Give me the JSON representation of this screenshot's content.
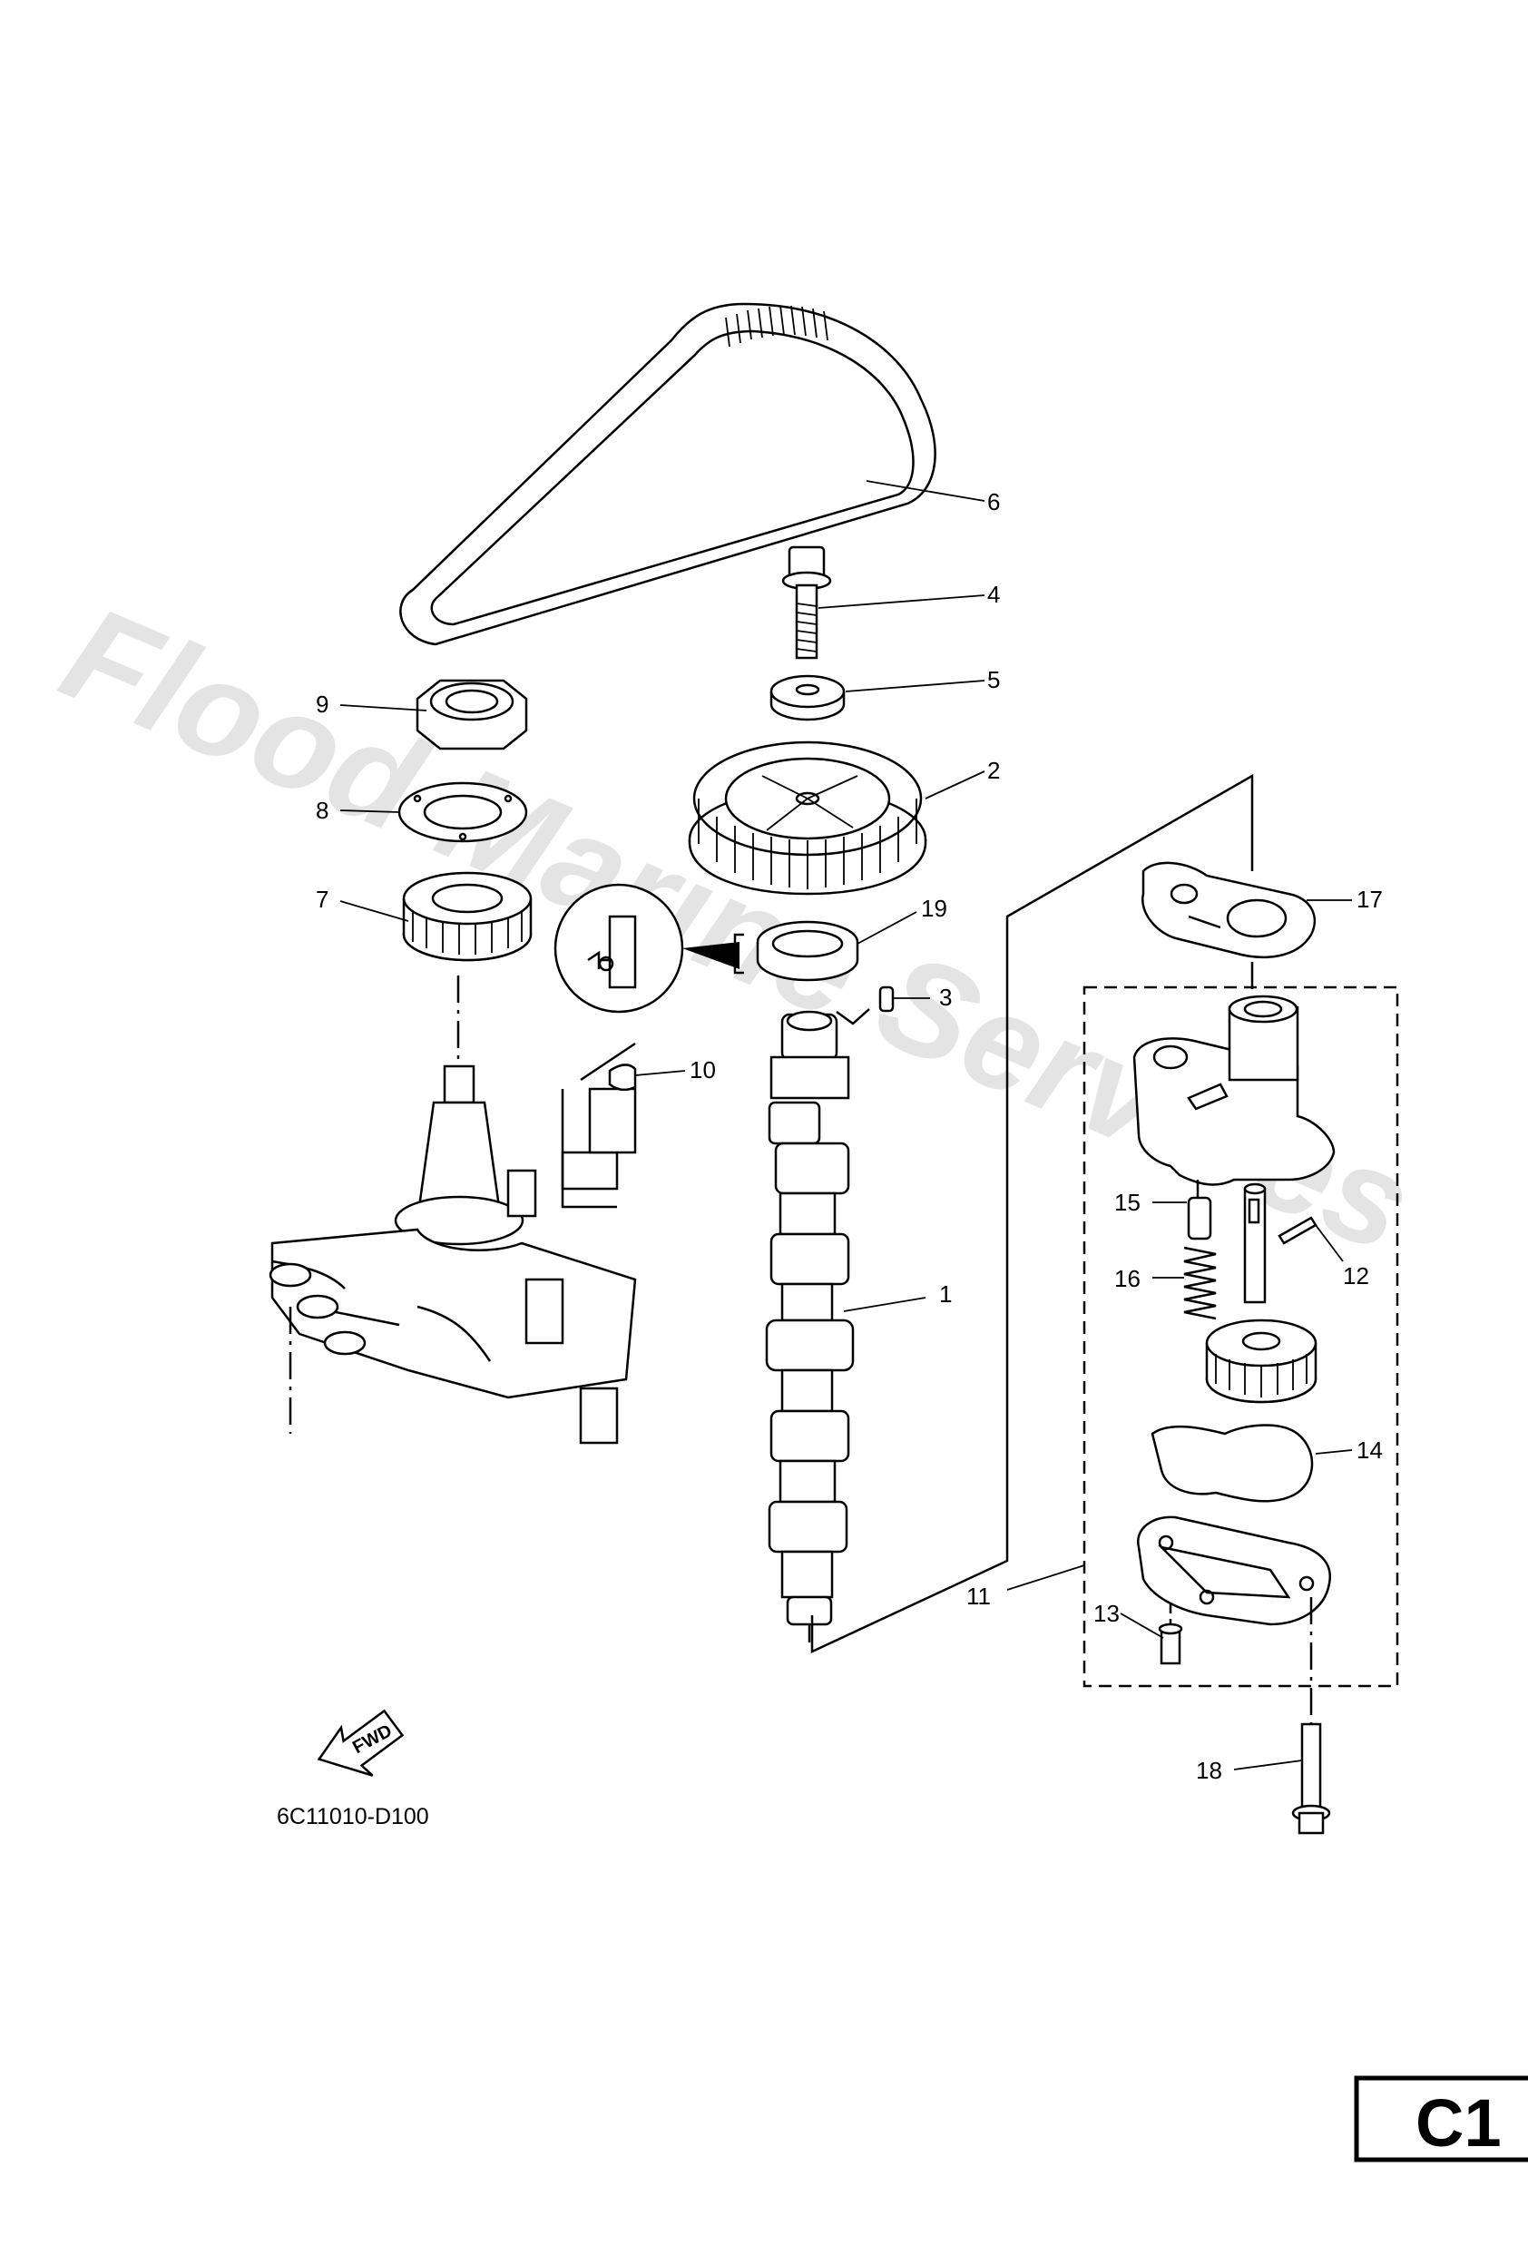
{
  "watermark": "Flood Marine Services",
  "drawing_code": "6C11010-D100",
  "section_label": "C1",
  "fwd_label": "FWD",
  "callouts": {
    "c1": "1",
    "c2": "2",
    "c3": "3",
    "c4": "4",
    "c5": "5",
    "c6": "6",
    "c7": "7",
    "c8": "8",
    "c9": "9",
    "c10": "10",
    "c11": "11",
    "c12": "12",
    "c13": "13",
    "c14": "14",
    "c15": "15",
    "c16": "16",
    "c17": "17",
    "c18": "18",
    "c19": "19"
  }
}
